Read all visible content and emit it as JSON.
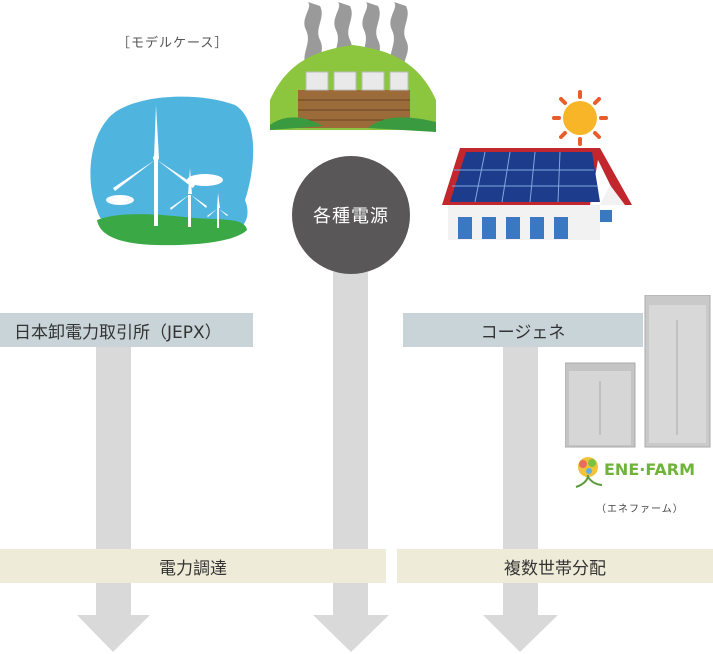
{
  "model_case_label": "［モデルケース］",
  "source_circle_label": "各種電源",
  "jepx_label": "日本卸電力取引所（JEPX）",
  "cogeneration_label": "コージェネ",
  "procurement_label": "電力調達",
  "multi_household_label": "複数世帯分配",
  "enefarm_logo_text": "ENE·FARM",
  "enefarm_caption": "（エネファーム）",
  "colors": {
    "circle": "#595757",
    "blue_label": "#c8d4d7",
    "beige_label": "#eeecd9",
    "arrow": "#d9d9d9"
  }
}
